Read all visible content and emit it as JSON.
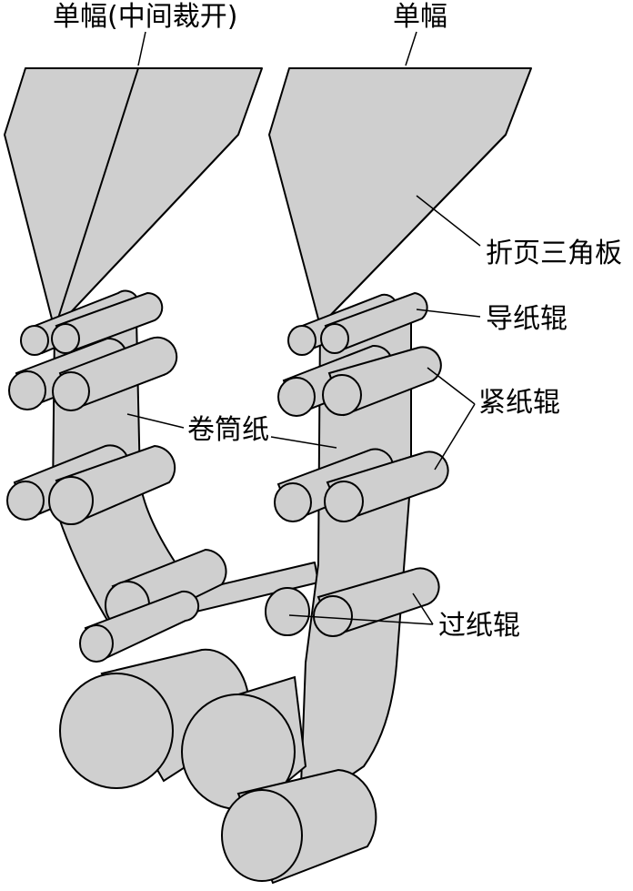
{
  "labels": {
    "single_web_slit": "单幅(中间裁开)",
    "single_web": "单幅",
    "former_board": "折页三角板",
    "guide_roller": "导纸辊",
    "tension_roller": "紧纸辊",
    "web_paper": "卷筒纸",
    "transfer_roller": "过纸辊"
  },
  "colors": {
    "fill": "#cfcfcf",
    "line": "#000000"
  }
}
